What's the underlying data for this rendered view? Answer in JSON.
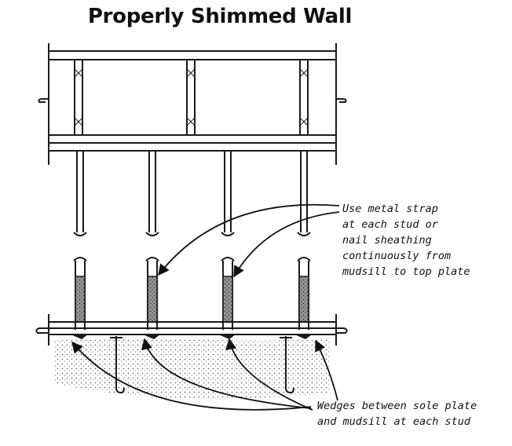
{
  "title": "Properly Shimmed Wall",
  "callouts": {
    "strap": "Use metal strap\nat each stud or\nnail sheathing\ncontinuously from\nmudsill to top plate",
    "wedges": "Wedges between sole plate\nand mudsill at each stud"
  },
  "colors": {
    "line": "#1a1a1a",
    "shim": "#6e6e6e",
    "foundation": "#bdbdbd"
  }
}
